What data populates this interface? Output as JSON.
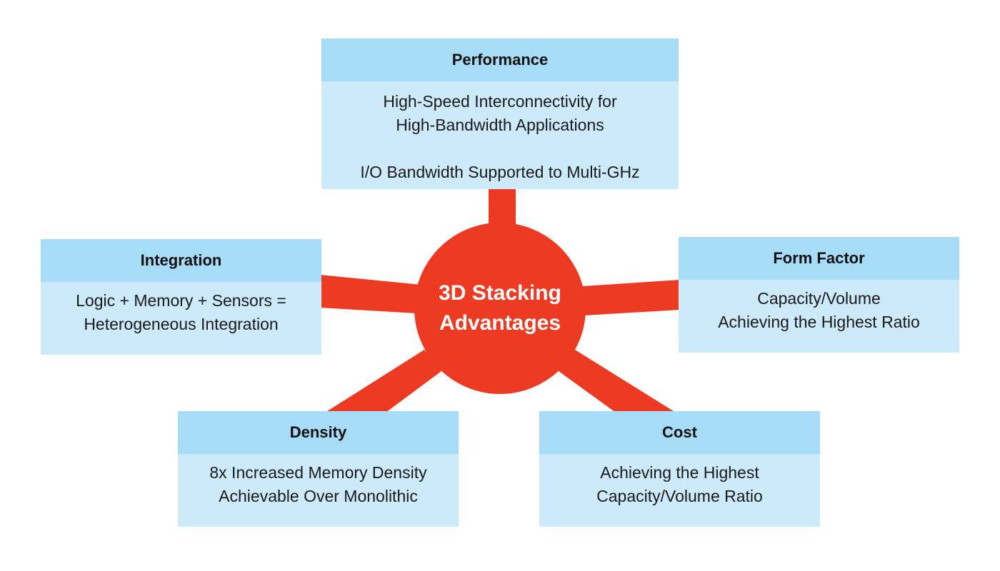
{
  "colors": {
    "hub": "#ec3a23",
    "connector": "#ec3a23",
    "box_header": "#a6dcf6",
    "box_body": "#cdeafb",
    "text": "#111111",
    "hub_text": "#ffffff"
  },
  "hub": {
    "title": "3D Stacking\nAdvantages"
  },
  "boxes": {
    "performance": {
      "title": "Performance",
      "body": "High-Speed Interconnectivity for\nHigh-Bandwidth Applications\n\nI/O Bandwidth Supported to Multi-GHz"
    },
    "integration": {
      "title": "Integration",
      "body": "Logic + Memory + Sensors =\nHeterogeneous Integration"
    },
    "form_factor": {
      "title": "Form Factor",
      "body": "Capacity/Volume\nAchieving the Highest Ratio"
    },
    "density": {
      "title": "Density",
      "body": "8x Increased Memory Density\nAchievable Over Monolithic"
    },
    "cost": {
      "title": "Cost",
      "body": "Achieving the Highest\nCapacity/Volume Ratio"
    }
  }
}
